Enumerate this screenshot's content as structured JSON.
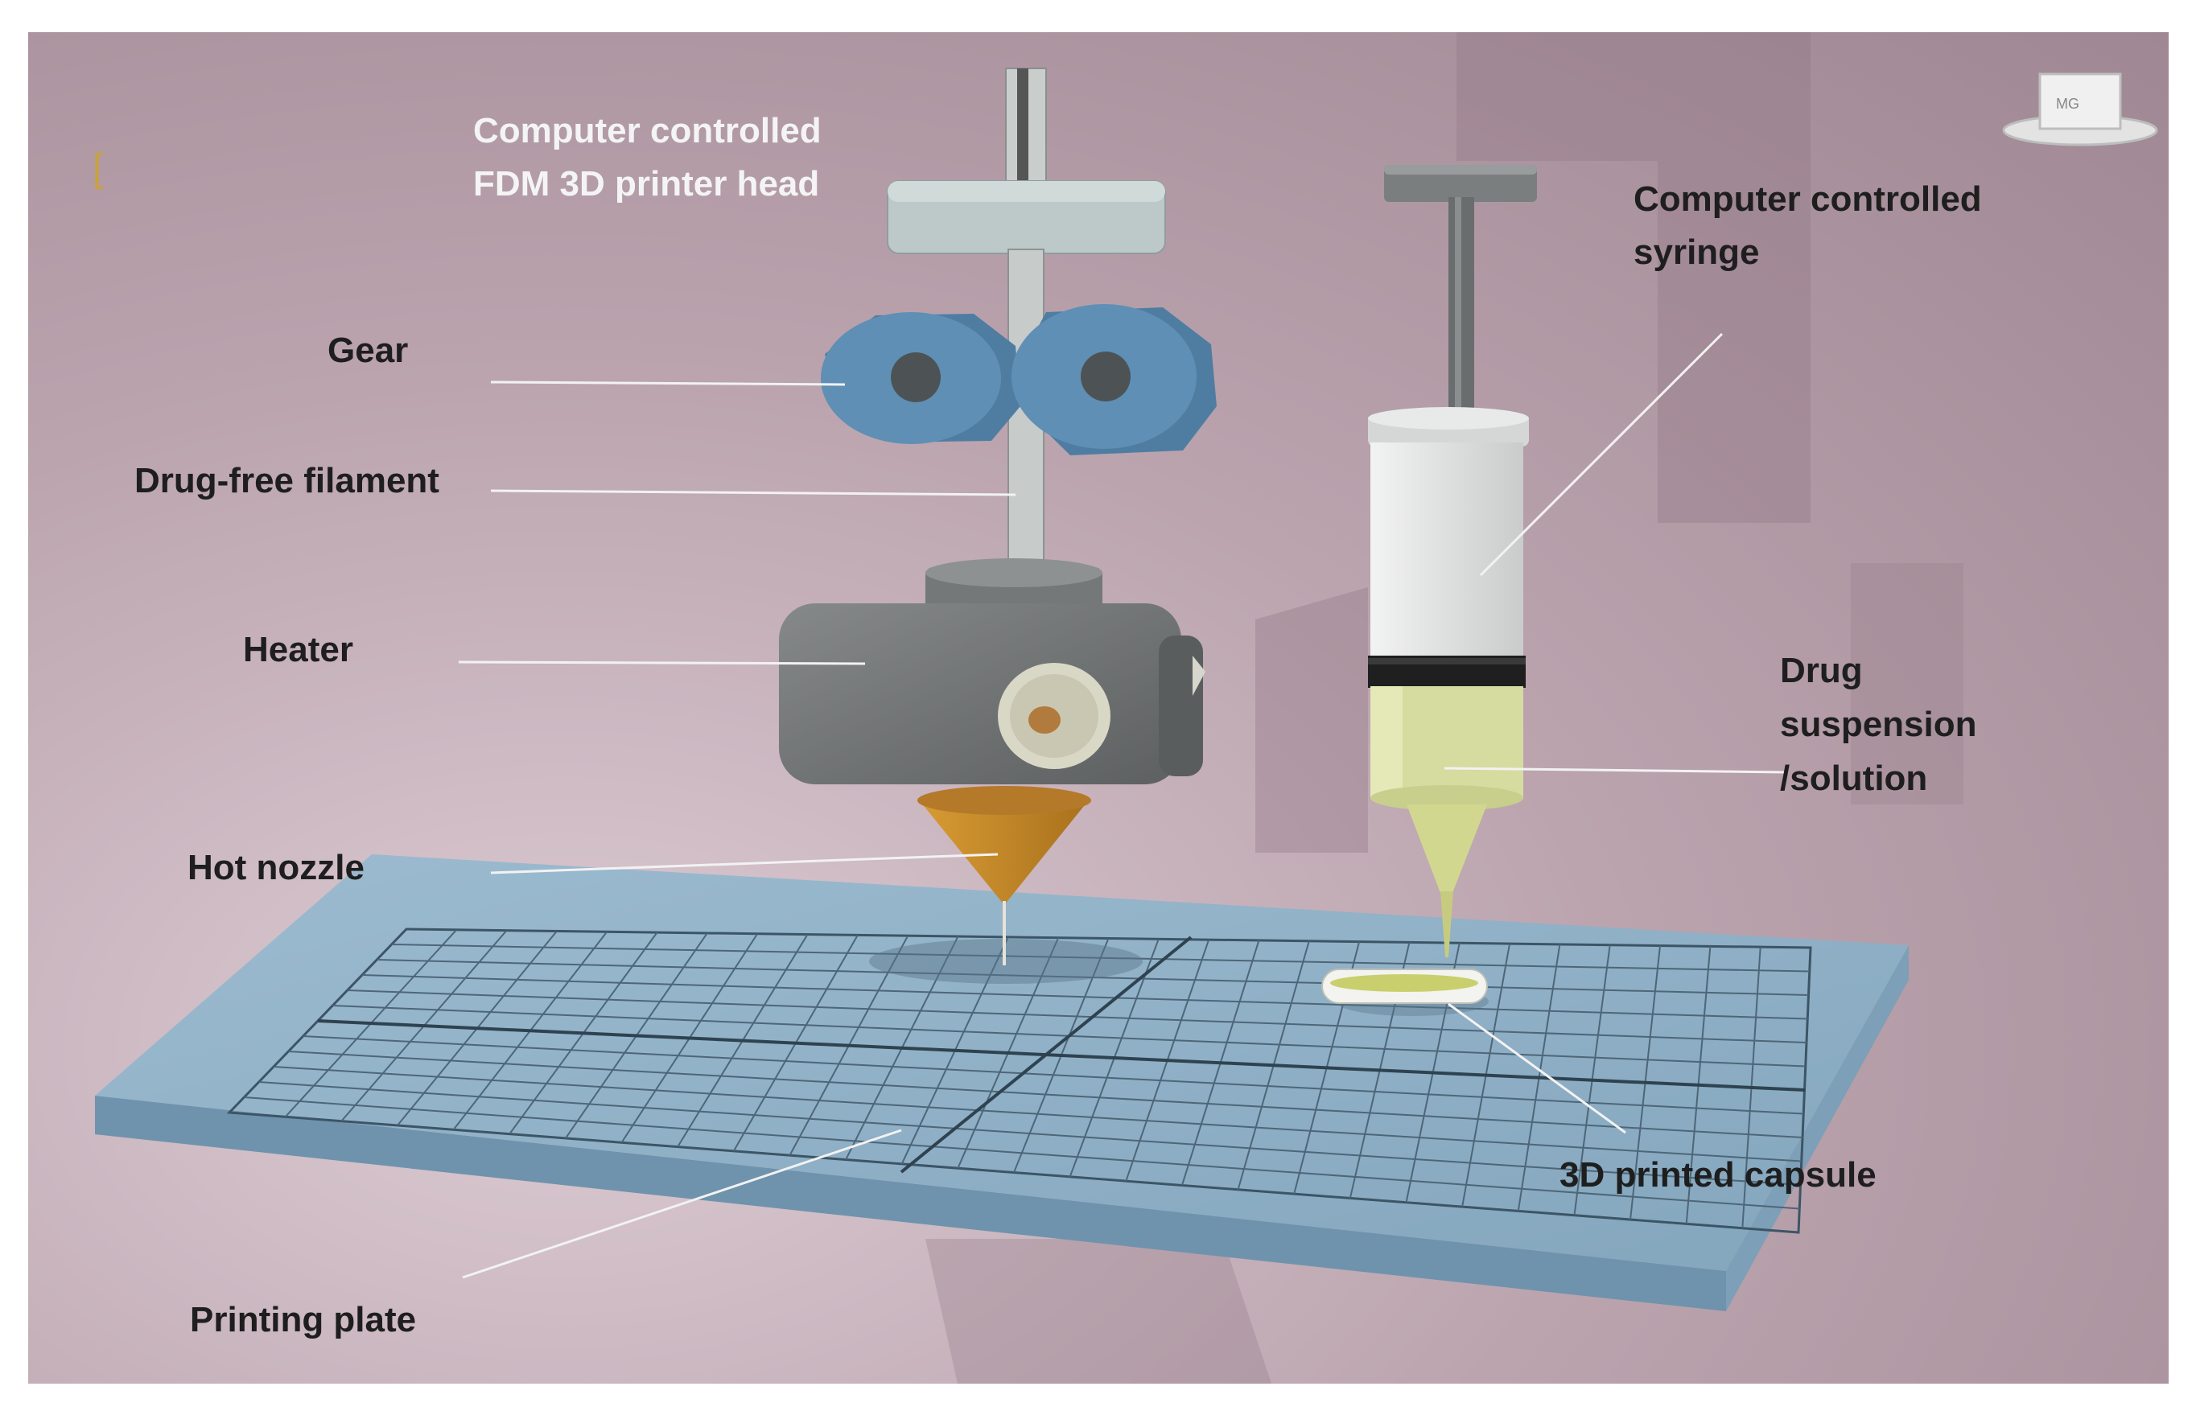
{
  "labels": {
    "fdm_head": [
      "Computer controlled",
      "FDM 3D printer head"
    ],
    "gear": "Gear",
    "filament": "Drug-free filament",
    "heater": "Heater",
    "hot_nozzle": "Hot nozzle",
    "printing_plate": "Printing plate",
    "syringe": [
      "Computer controlled",
      "syringe"
    ],
    "drug": [
      "Drug",
      "suspension",
      "/solution"
    ],
    "capsule": "3D printed capsule"
  },
  "icon": {
    "name": "printer-logo-icon",
    "text": "MG"
  },
  "colors": {
    "background": "#b9a3ad",
    "plate": "#8fb0c6",
    "gear": "#5a88ad",
    "heater": "#6f7272",
    "nozzle": "#c58a28",
    "syringe_body": "#e3e5e3",
    "drug": "#d8dca3",
    "label_dark": "#1e1e1e",
    "label_light": "#f4f4f4"
  }
}
